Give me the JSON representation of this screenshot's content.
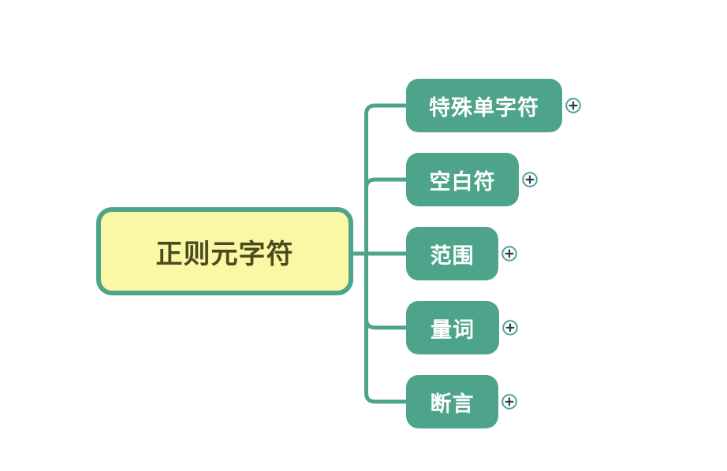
{
  "root": {
    "label": "正则元字符"
  },
  "children": [
    {
      "label": "特殊单字符",
      "expand_icon": "plus-circle-icon"
    },
    {
      "label": "空白符",
      "expand_icon": "plus-circle-icon"
    },
    {
      "label": "范围",
      "expand_icon": "plus-circle-icon"
    },
    {
      "label": "量词",
      "expand_icon": "plus-circle-icon"
    },
    {
      "label": "断言",
      "expand_icon": "plus-circle-icon"
    }
  ],
  "icons": {
    "expand": "plus-circle-icon"
  },
  "colors": {
    "branch_green": "#4EA48A",
    "root_fill": "#FAF8A4",
    "root_text": "#4A4A20",
    "child_text": "#FFFFFF",
    "expand_plus": "#2E3C52",
    "canvas_bg": "#FFFFFF"
  }
}
